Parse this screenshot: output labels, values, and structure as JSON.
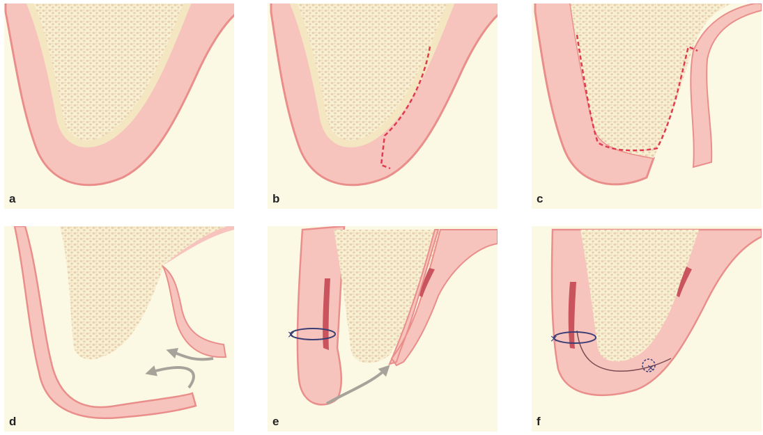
{
  "panels": [
    {
      "label": "a"
    },
    {
      "label": "b"
    },
    {
      "label": "c"
    },
    {
      "label": "d"
    },
    {
      "label": "e"
    },
    {
      "label": "f"
    }
  ],
  "colors": {
    "background": "#fbf8e4",
    "gingiva_fill": "#f7c4bd",
    "gingiva_edge": "#e98e8b",
    "bone_fill": "#f8f0d2",
    "trabecular_pore": "#e8cfb0",
    "incision_line": "#e03a4e",
    "arrow": "#a7a39a",
    "suture": "#3b3d75"
  },
  "icons": [
    "curved-arrow-icon",
    "suture-knot-icon"
  ]
}
